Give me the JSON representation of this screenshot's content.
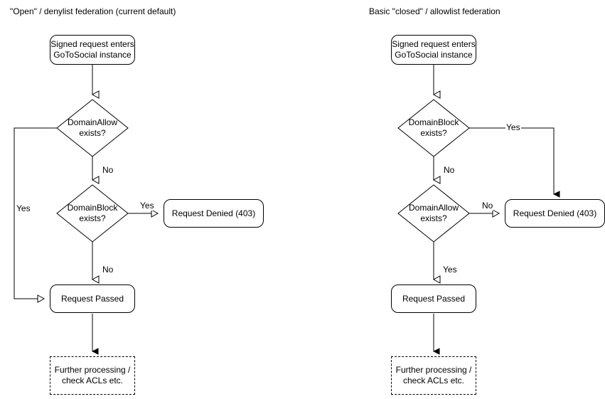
{
  "diagram": {
    "type": "flowchart",
    "background": "#ffffff",
    "stroke": "#000000",
    "panels": [
      {
        "id": "open-denylist",
        "title": "\"Open\" / denylist federation (current default)",
        "nodes": {
          "start": "Signed request enters\nGoToSocial instance",
          "start_line1": "Signed request enters",
          "start_line2": "GoToSocial instance",
          "decision1_line1": "DomainAllow",
          "decision1_line2": "exists?",
          "decision2_line1": "DomainBlock",
          "decision2_line2": "exists?",
          "denied": "Request Denied (403)",
          "passed": "Request Passed",
          "further_line1": "Further processing /",
          "further_line2": "check ACLs etc."
        },
        "edge_labels": {
          "allow_yes": "Yes",
          "allow_no": "No",
          "block_yes": "Yes",
          "block_no": "No"
        }
      },
      {
        "id": "closed-allowlist",
        "title": "Basic \"closed\" / allowlist federation",
        "nodes": {
          "start_line1": "Signed request enters",
          "start_line2": "GoToSocial instance",
          "decision1_line1": "DomainBlock",
          "decision1_line2": "exists?",
          "decision2_line1": "DomainAllow",
          "decision2_line2": "exists?",
          "denied": "Request Denied (403)",
          "passed": "Request Passed",
          "further_line1": "Further processing /",
          "further_line2": "check ACLs etc."
        },
        "edge_labels": {
          "block_yes": "Yes",
          "block_no": "No",
          "allow_no": "No",
          "allow_yes": "Yes"
        }
      }
    ]
  }
}
